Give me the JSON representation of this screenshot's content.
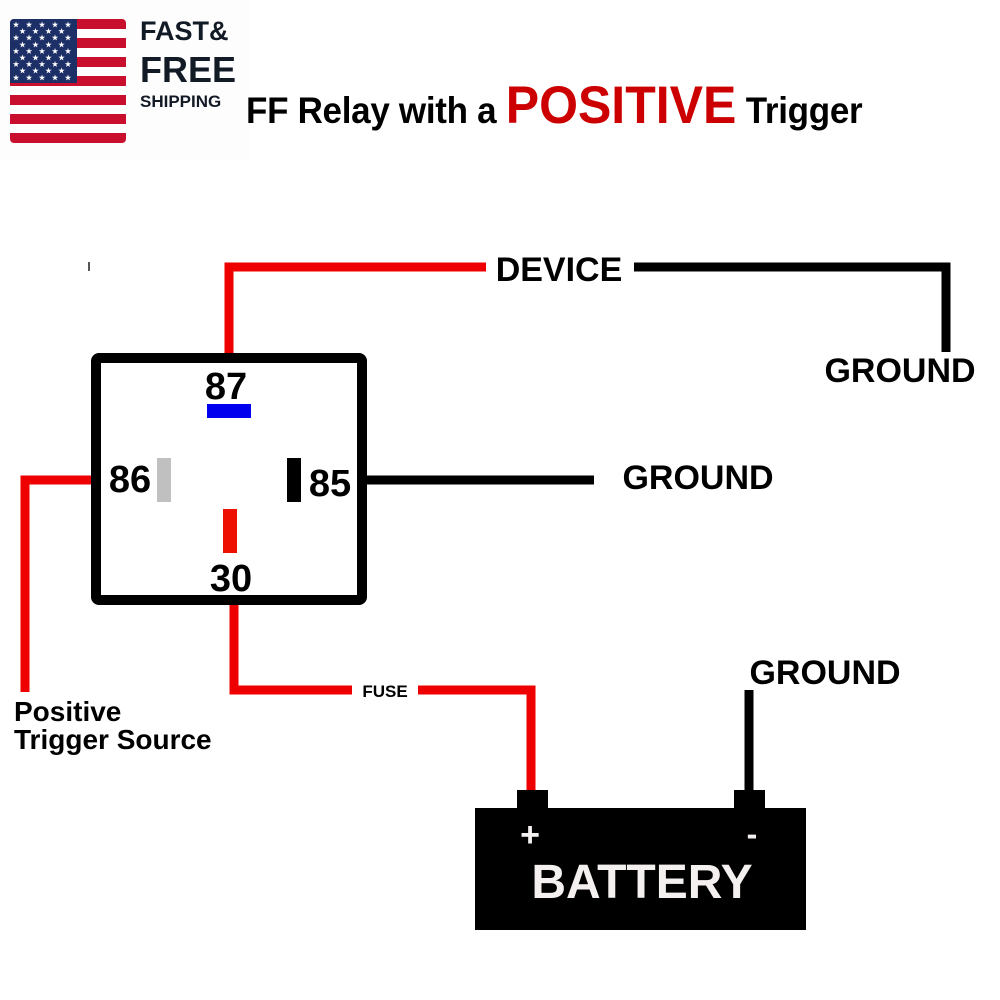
{
  "badge": {
    "line1": "FAST&",
    "line2": "FREE",
    "line3": "SHIPPING",
    "icon": "us-flag-icon"
  },
  "title": {
    "prefix": "FF Relay with a",
    "highlight": "POSITIVE",
    "suffix": "Trigger",
    "highlight_color": "#cc0000"
  },
  "relay": {
    "pins": {
      "p87": "87",
      "p86": "86",
      "p85": "85",
      "p30": "30"
    },
    "pin_colors": {
      "p87": "#0000ee",
      "p86": "#c0c0c0",
      "p85": "#000000",
      "p30": "#ee1100"
    }
  },
  "labels": {
    "device": "DEVICE",
    "ground_device": "GROUND",
    "ground_85": "GROUND",
    "ground_battery": "GROUND",
    "fuse": "FUSE",
    "trigger_line1": "Positive",
    "trigger_line2": "Trigger Source"
  },
  "battery": {
    "label": "BATTERY",
    "plus": "+",
    "minus": "-"
  },
  "colors": {
    "wire_positive": "#ee0000",
    "wire_ground": "#000000"
  }
}
